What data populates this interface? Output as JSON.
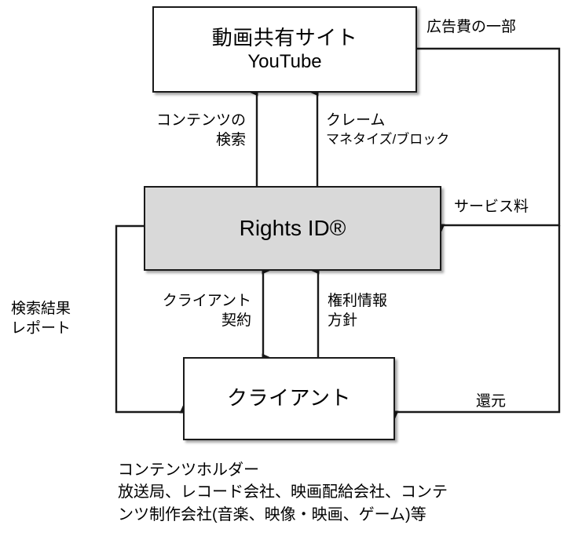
{
  "diagram": {
    "title_node": {
      "line1": "動画共有サイト",
      "line2": "YouTube"
    },
    "center_node": {
      "label": "Rights ID®"
    },
    "client_node": {
      "label": "クライアント"
    },
    "edges": [
      {
        "id": "content-search",
        "main": "コンテンツの",
        "sub": "検索",
        "from": "Rights ID®",
        "to": "動画共有サイト YouTube",
        "direction": "up"
      },
      {
        "id": "claim",
        "main": "クレーム",
        "sub": "マネタイズ/ブロック",
        "from": "Rights ID®",
        "to": "動画共有サイト YouTube",
        "direction": "up"
      },
      {
        "id": "ad-revenue-share",
        "main": "広告費の一部",
        "sub": "",
        "from": "動画共有サイト YouTube",
        "to": "Rights ID®",
        "direction": "left"
      },
      {
        "id": "service-fee",
        "main": "サービス料",
        "sub": "",
        "from": "動画共有サイト YouTube",
        "to": "Rights ID®",
        "direction": "left"
      },
      {
        "id": "search-result-report",
        "main": "検索結果",
        "sub": "レポート",
        "from": "Rights ID®",
        "to": "クライアント",
        "direction": "right"
      },
      {
        "id": "client-contract",
        "main": "クライアント",
        "sub": "契約",
        "from": "Rights ID®",
        "to": "クライアント",
        "direction": "both"
      },
      {
        "id": "rights-info-policy",
        "main": "権利情報",
        "sub": "方針",
        "from": "クライアント",
        "to": "Rights ID®",
        "direction": "up"
      },
      {
        "id": "redistribution",
        "main": "還元",
        "sub": "",
        "from": "Rights ID®",
        "to": "クライアント",
        "direction": "left"
      }
    ],
    "caption": {
      "line1": "コンテンツホルダー",
      "line2": "放送局、レコード会社、映画配給会社、コンテ",
      "line3": "ンツ制作会社(音楽、映像・映画、ゲーム)等"
    },
    "colors": {
      "stroke": "#1a1a1a",
      "node_fill": "#ffffff",
      "center_node_fill": "#d9d9d9",
      "text": "#000000",
      "background": "#ffffff"
    }
  }
}
